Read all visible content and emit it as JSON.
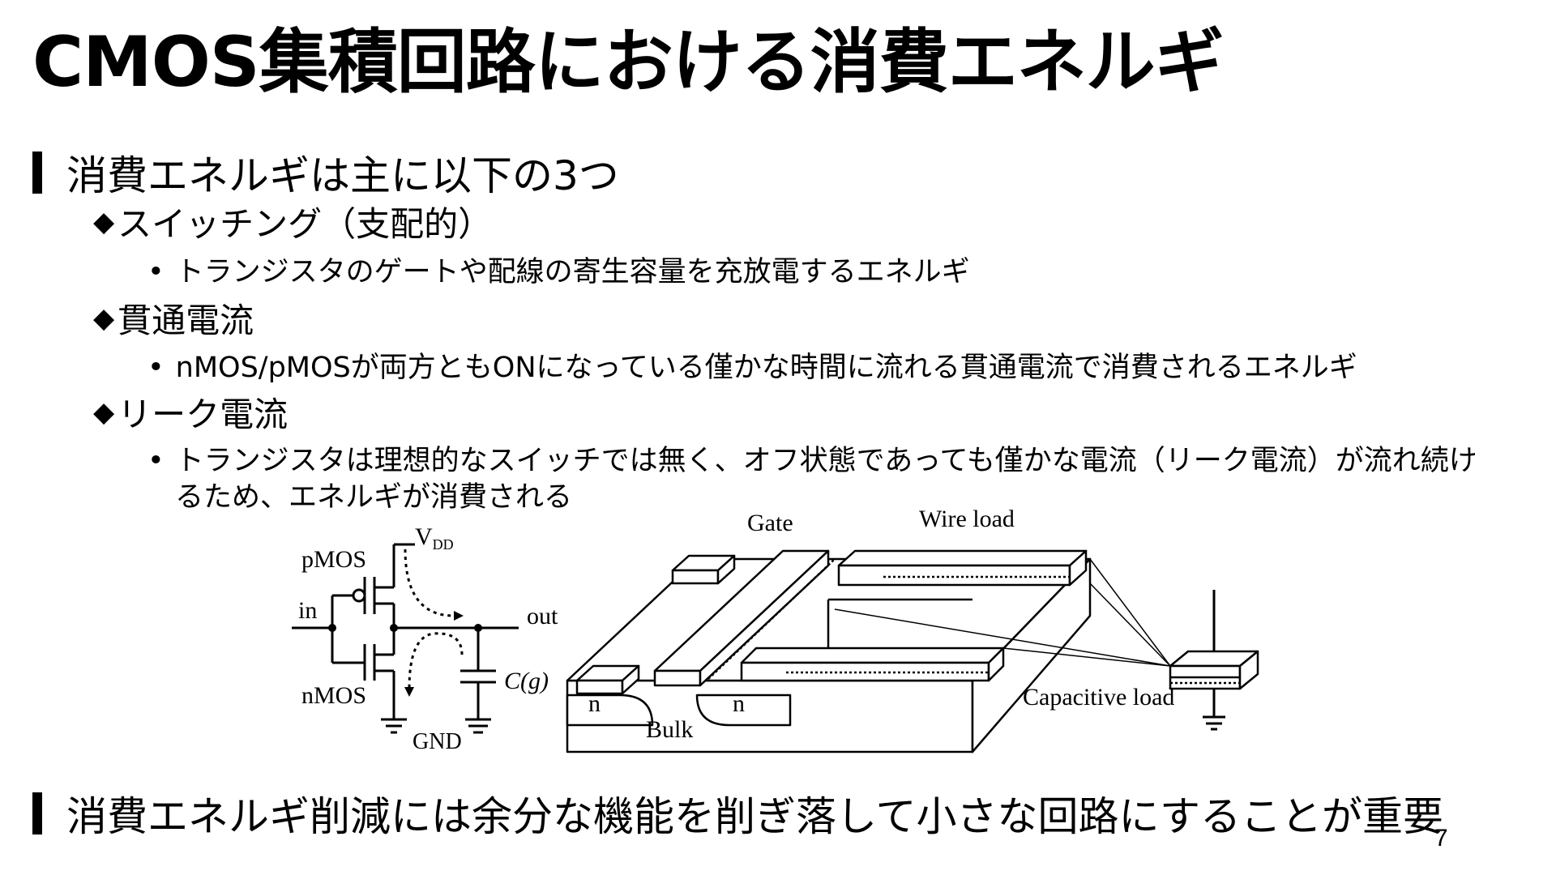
{
  "title": "CMOS集積回路における消費エネルギ",
  "bullets": [
    {
      "text": "消費エネルギは主に以下の3つ"
    },
    {
      "text": "消費エネルギ削減には余分な機能を削ぎ落して小さな回路にすることが重要"
    }
  ],
  "subitems": [
    {
      "marker": "◆",
      "label": "スイッチング（支配的）",
      "detail": "トランジスタのゲートや配線の寄生容量を充放電するエネルギ"
    },
    {
      "marker": "◆",
      "label": "貫通電流",
      "detail": "nMOS/pMOSが両方ともONになっている僅かな時間に流れる貫通電流で消費されるエネルギ"
    },
    {
      "marker": "◆",
      "label": "リーク電流",
      "detail": "トランジスタは理想的なスイッチでは無く、オフ状態であっても僅かな電流（リーク電流）が流れ続け",
      "detail_cont": "るため、エネルギが消費される"
    }
  ],
  "dot": "•",
  "circuit": {
    "pmos": "pMOS",
    "nmos": "nMOS",
    "in": "in",
    "out": "out",
    "vdd": "V",
    "vdd_sub": "DD",
    "gnd": "GND",
    "cap": "C(g)"
  },
  "diagram3d": {
    "gate": "Gate",
    "wire_load": "Wire load",
    "capacitive_load": "Capacitive load",
    "bulk": "Bulk",
    "n_left": "n",
    "n_right": "n"
  },
  "page_number": "7"
}
